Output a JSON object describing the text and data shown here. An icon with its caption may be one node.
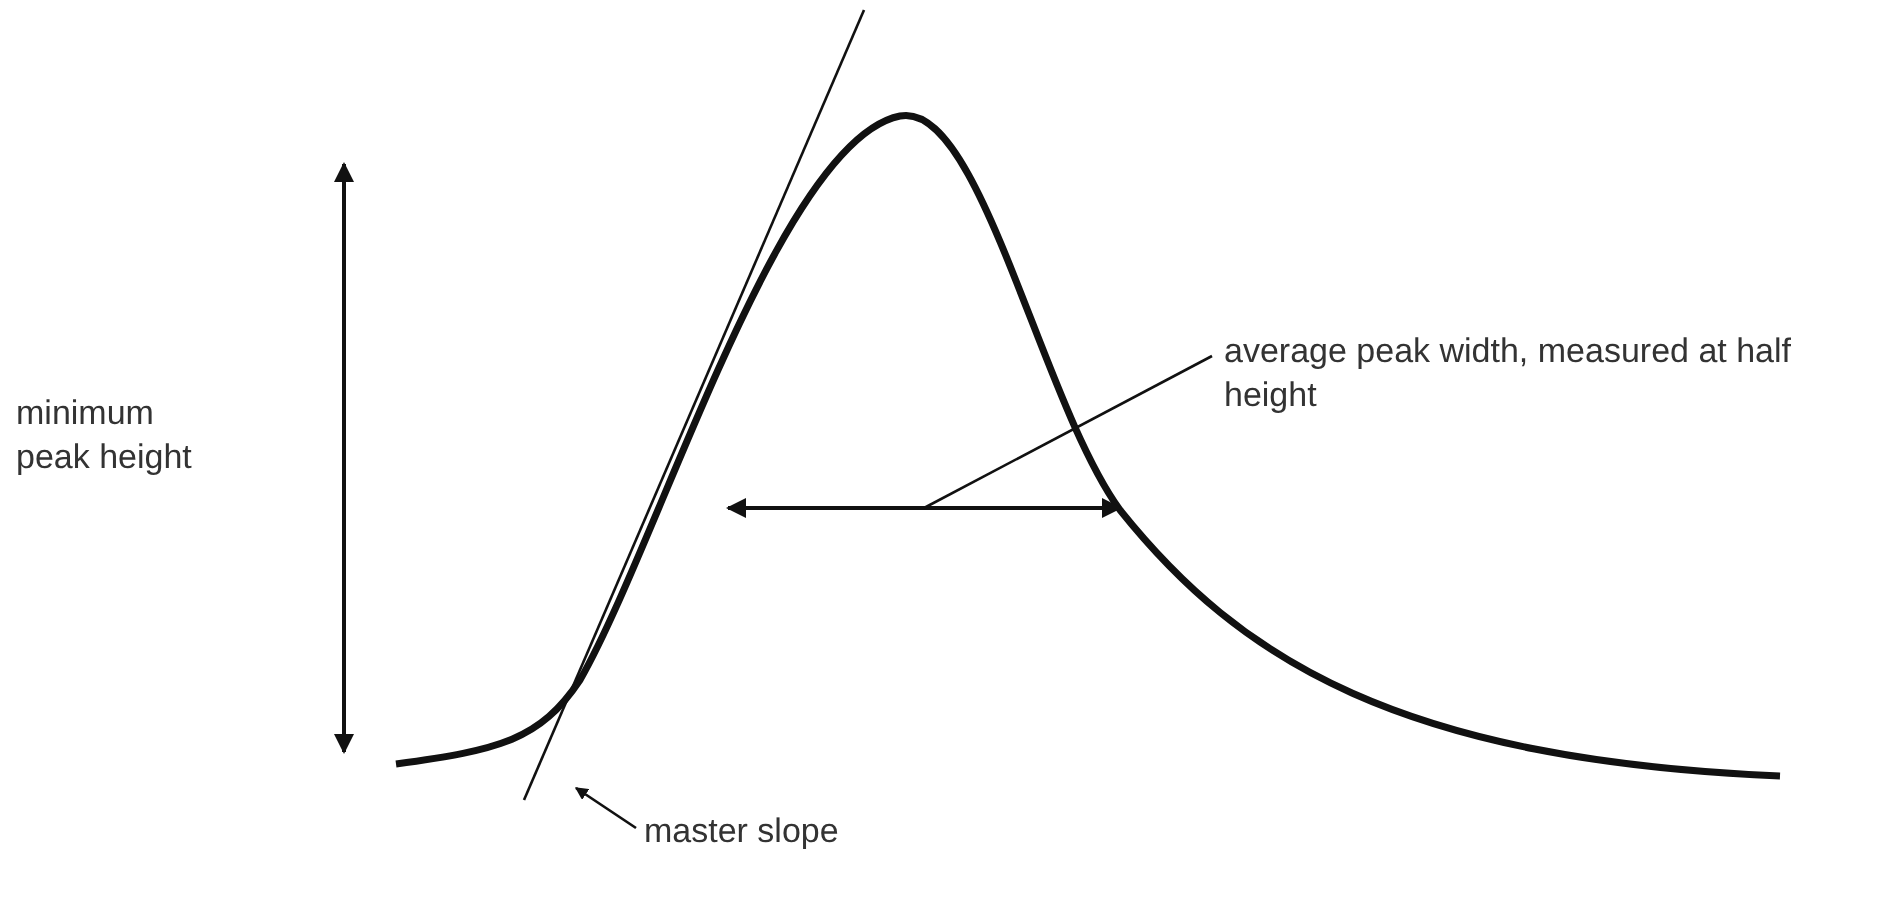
{
  "diagram": {
    "nodes": [
      {
        "text": [
          "average peak width, measured at half height"
        ]
      },
      {
        "text": [
          "master slope"
        ]
      }
    ],
    "edges": [
      {
        "from": 0,
        "to": null,
        "arrow": "none"
      },
      {
        "from": 1,
        "to": null,
        "arrow": "to"
      }
    ],
    "labels": [
      "minimum peak height"
    ]
  }
}
